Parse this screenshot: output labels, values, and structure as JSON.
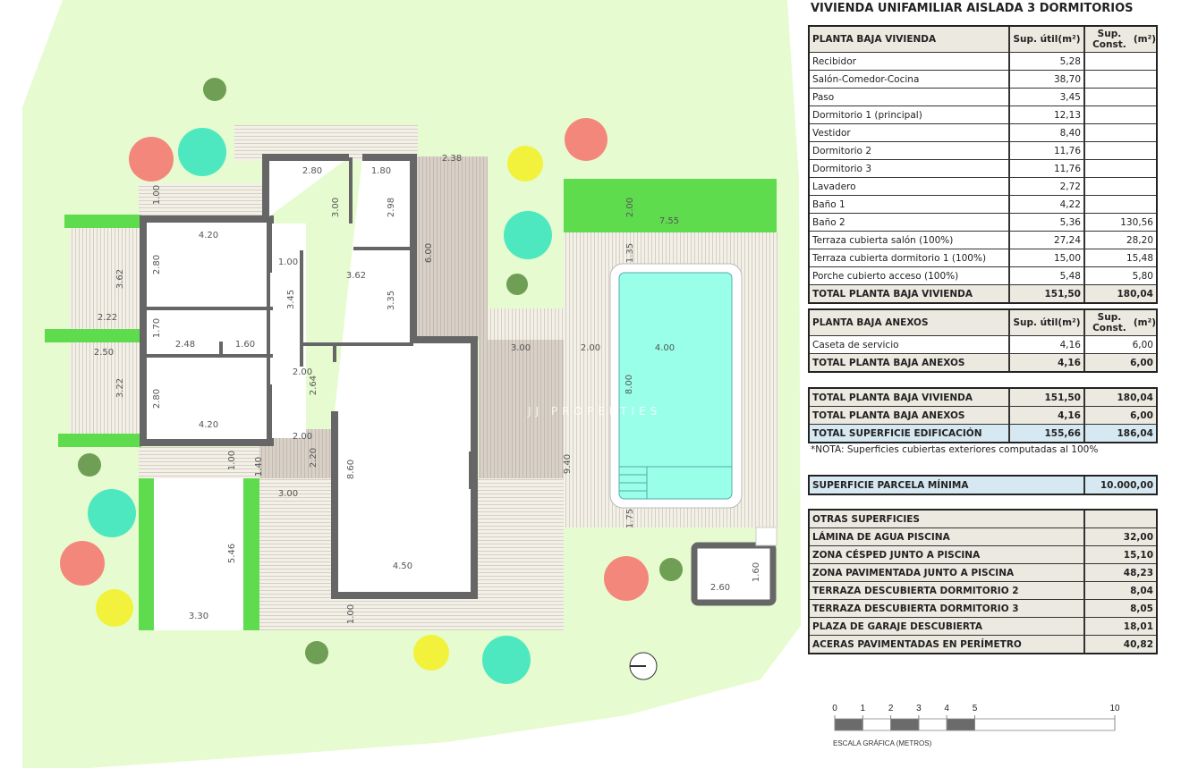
{
  "title": "VIVIENDA UNIFAMILIAR AISLADA 3 DORMITORIOS",
  "colors": {
    "lawn": "#e6fbcf",
    "grass": "#5fdc4e",
    "wall": "#666666",
    "deck": "#f2efe6",
    "deck_covered": "#d9d0c8",
    "water": "#99ffe8",
    "tree_salmon": "#f4877c",
    "tree_teal": "#4ee8c0",
    "tree_yellow": "#f2f23c",
    "tree_darkgreen": "#6f9e55",
    "header_bg": "#ece9e0",
    "highlight_bg": "#d6e8f1"
  },
  "plan": {
    "watermark": "JJ PROPERTIES",
    "dimensions": [
      "1.00",
      "2.80",
      "1.80",
      "2.38",
      "3.00",
      "2.98",
      "6.00",
      "4.20",
      "2.80",
      "3.62",
      "1.00",
      "3.62",
      "3.45",
      "3.35",
      "2.22",
      "1.70",
      "2.48",
      "1.60",
      "2.50",
      "2.00",
      "2.64",
      "3.22",
      "2.80",
      "4.20",
      "2.00",
      "2.20",
      "1.40",
      "1.00",
      "3.00",
      "8.60",
      "5.46",
      "3.30",
      "4.50",
      "1.00",
      "3.00",
      "2.00",
      "4.00",
      "8.00",
      "9.40",
      "2.00",
      "7.55",
      "1.35",
      "1.75",
      "2.60",
      "1.60"
    ]
  },
  "planta_baja_vivienda": {
    "header": {
      "label": "PLANTA BAJA VIVIENDA",
      "util": "Sup. útil",
      "util_unit": "(m²)",
      "const": "Sup. Const.",
      "const_unit": "(m²)"
    },
    "rows": [
      {
        "label": "Recibidor",
        "util": "5,28",
        "const": ""
      },
      {
        "label": "Salón-Comedor-Cocina",
        "util": "38,70",
        "const": ""
      },
      {
        "label": "Paso",
        "util": "3,45",
        "const": ""
      },
      {
        "label": "Dormitorio 1 (principal)",
        "util": "12,13",
        "const": ""
      },
      {
        "label": "Vestidor",
        "util": "8,40",
        "const": ""
      },
      {
        "label": "Dormitorio 2",
        "util": "11,76",
        "const": ""
      },
      {
        "label": "Dormitorio 3",
        "util": "11,76",
        "const": ""
      },
      {
        "label": "Lavadero",
        "util": "2,72",
        "const": ""
      },
      {
        "label": "Baño 1",
        "util": "4,22",
        "const": ""
      },
      {
        "label": "Baño 2",
        "util": "5,36",
        "const": "130,56"
      },
      {
        "label": "Terraza cubierta salón (100%)",
        "util": "27,24",
        "const": "28,20"
      },
      {
        "label": "Terraza cubierta dormitorio 1 (100%)",
        "util": "15,00",
        "const": "15,48"
      },
      {
        "label": "Porche cubierto acceso (100%)",
        "util": "5,48",
        "const": "5,80"
      }
    ],
    "total": {
      "label": "TOTAL PLANTA BAJA VIVIENDA",
      "util": "151,50",
      "const": "180,04"
    }
  },
  "planta_baja_anexos": {
    "header": {
      "label": "PLANTA BAJA ANEXOS",
      "util": "Sup. útil",
      "util_unit": "(m²)",
      "const": "Sup. Const.",
      "const_unit": "(m²)"
    },
    "rows": [
      {
        "label": "Caseta de servicio",
        "util": "4,16",
        "const": "6,00"
      }
    ],
    "total": {
      "label": "TOTAL PLANTA BAJA ANEXOS",
      "util": "4,16",
      "const": "6,00"
    }
  },
  "totales": {
    "rows": [
      {
        "label": "TOTAL PLANTA BAJA VIVIENDA",
        "util": "151,50",
        "const": "180,04"
      },
      {
        "label": "TOTAL PLANTA BAJA ANEXOS",
        "util": "4,16",
        "const": "6,00"
      },
      {
        "label": "TOTAL SUPERFICIE EDIFICACIÓN",
        "util": "155,66",
        "const": "186,04"
      }
    ],
    "note": "*NOTA: Superficies cubiertas exteriores computadas al 100%"
  },
  "parcela": {
    "label": "SUPERFICIE PARCELA MÍNIMA",
    "value": "10.000,00"
  },
  "otras_superficies": {
    "header": "OTRAS SUPERFICIES",
    "rows": [
      {
        "label": "LÁMINA DE AGUA PISCINA",
        "value": "32,00"
      },
      {
        "label": "ZONA CÉSPED JUNTO A PISCINA",
        "value": "15,10"
      },
      {
        "label": "ZONA PAVIMENTADA JUNTO A PISCINA",
        "value": "48,23"
      },
      {
        "label": "TERRAZA DESCUBIERTA DORMITORIO 2",
        "value": "8,04"
      },
      {
        "label": "TERRAZA DESCUBIERTA DORMITORIO 3",
        "value": "8,05"
      },
      {
        "label": "PLAZA DE GARAJE DESCUBIERTA",
        "value": "18,01"
      },
      {
        "label": "ACERAS PAVIMENTADAS EN PERÍMETRO",
        "value": "40,82"
      }
    ]
  },
  "scale": {
    "ticks": [
      "0",
      "1",
      "2",
      "3",
      "4",
      "5",
      "10"
    ],
    "caption": "ESCALA GRÁFICA (METROS)"
  }
}
